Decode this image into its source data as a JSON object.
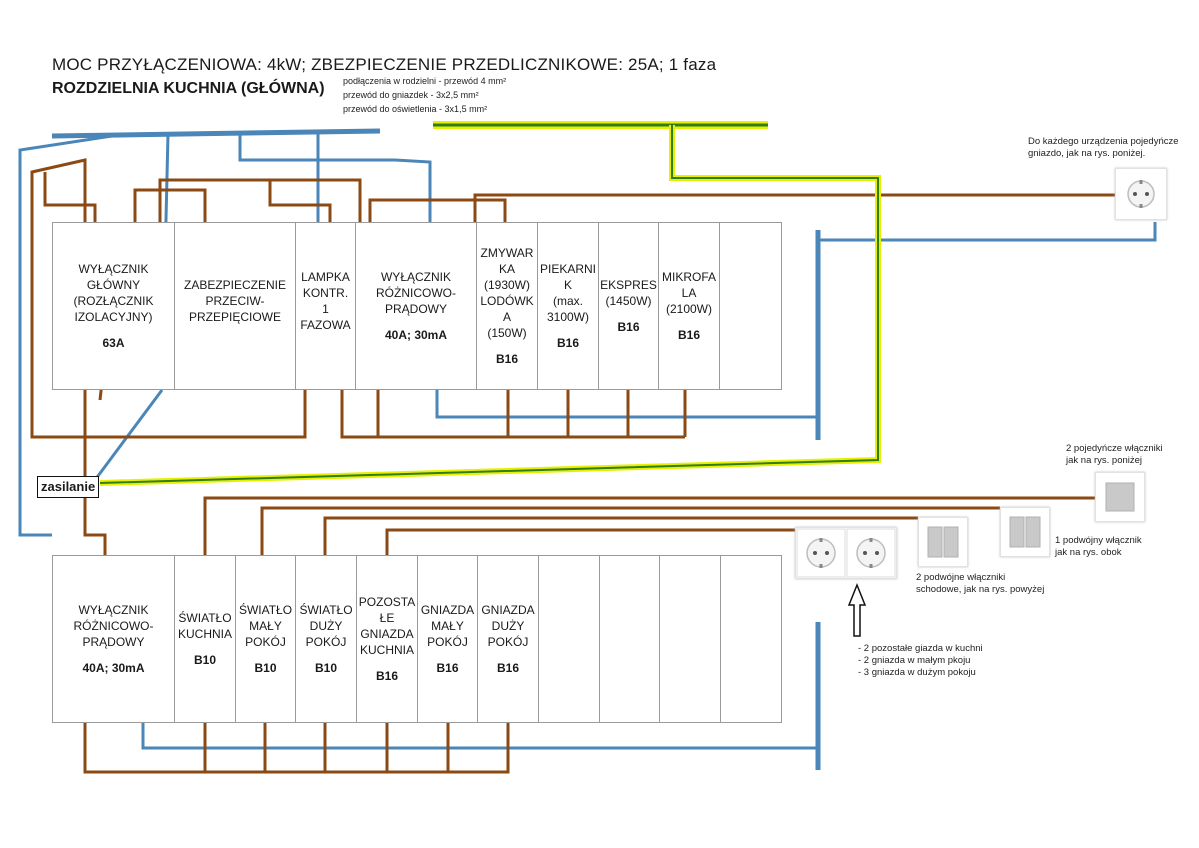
{
  "header": {
    "line1": "MOC PRZYŁĄCZENIOWA: 4kW;    ZBEZPIECZENIE PRZEDLICZNIKOWE: 25A;    1 faza",
    "title": "ROZDZIELNIA KUCHNIA (GŁÓWNA)"
  },
  "cable_notes": [
    "podłączenia w rodzielni - przewód 4 mm²",
    "przewód do gniazdek - 3x2,5 mm²",
    "przewód do oświetlenia - 3x1,5 mm²"
  ],
  "top_panel": [
    {
      "label": "WYŁĄCZNIK\nGŁÓWNY\n(ROZŁĄCZNIK\nIZOLACYJNY)",
      "rating": "63A"
    },
    {
      "label": "ZABEZPIECZENIE\nPRZECIW-\nPRZEPIĘCIOWE",
      "rating": ""
    },
    {
      "label": "LAMPKA\nKONTR.\n1\nFAZOWA",
      "rating": ""
    },
    {
      "label": "WYŁĄCZNIK\nRÓŻNICOWO-\nPRĄDOWY",
      "rating": "40A; 30mA"
    },
    {
      "label": "ZMYWAR\nKA\n(1930W)\nLODÓWK\nA\n(150W)",
      "rating": "B16"
    },
    {
      "label": "PIEKARNI\nK\n(max.\n3100W)",
      "rating": "B16"
    },
    {
      "label": "EKSPRES\n(1450W)",
      "rating": "B16"
    },
    {
      "label": "MIKROFA\nLA\n(2100W)",
      "rating": "B16"
    },
    {
      "label": "",
      "rating": ""
    }
  ],
  "bottom_panel": [
    {
      "label": "WYŁĄCZNIK\nRÓŻNICOWO-\nPRĄDOWY",
      "rating": "40A; 30mA"
    },
    {
      "label": "ŚWIATŁO\nKUCHNIA",
      "rating": "B10"
    },
    {
      "label": "ŚWIATŁO\nMAŁY\nPOKÓJ",
      "rating": "B10"
    },
    {
      "label": "ŚWIATŁO\nDUŻY\nPOKÓJ",
      "rating": "B10"
    },
    {
      "label": "POZOSTA\nŁE\nGNIAZDA\nKUCHNIA",
      "rating": "B16"
    },
    {
      "label": "GNIAZDA\nMAŁY\nPOKÓJ",
      "rating": "B16"
    },
    {
      "label": "GNIAZDA\nDUŻY\nPOKÓJ",
      "rating": "B16"
    },
    {
      "label": "",
      "rating": ""
    },
    {
      "label": "",
      "rating": ""
    },
    {
      "label": "",
      "rating": ""
    },
    {
      "label": "",
      "rating": ""
    }
  ],
  "supply_label": "zasilanie",
  "notes": {
    "socket_each": "Do każdego urządzenia pojedyńcze\ngniazdo, jak na rys. poniżej.",
    "single_switches": "2 pojedyńcze włączniki\njak na rys. poniżej",
    "double_switch": "1 podwójny włącznik\njak na rys. obok",
    "stair_switches": "2 podwójne włączniki\nschodowe, jak na rys. powyżej",
    "sockets_list": "- 2 pozostałe giazda w kuchni\n- 2 gniazda w małym pkoju\n- 3 gniazda w dużym pokoju"
  },
  "colors": {
    "neutral": "#4a86b8",
    "phase": "#8b4a14",
    "earth_green": "#2e7d1f",
    "earth_yellow": "#e8f000"
  }
}
